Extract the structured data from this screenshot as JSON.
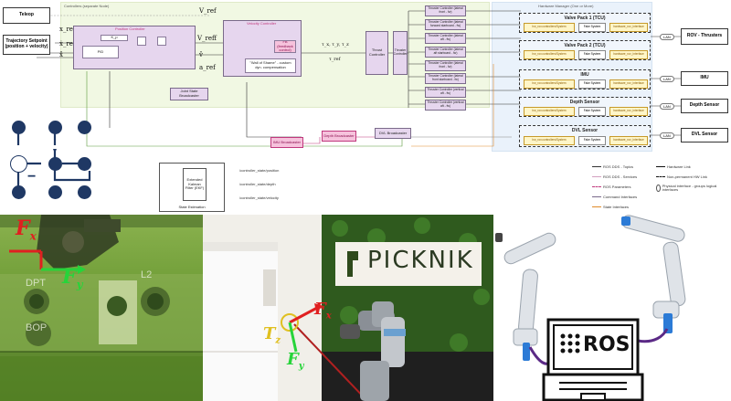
{
  "diagram": {
    "zones": {
      "controller": "Controllers (separate Node)",
      "hardware": "Hardware Manager (One or More)"
    },
    "inputs": {
      "teleop": "Teleop",
      "trajectory": "Trajectory Setpoint (position + velocity)"
    },
    "controllers": {
      "position": "Position Controller",
      "velocity": "Velocity Controller",
      "pid": "PID",
      "fb_control": "FB (feedback control)",
      "wall_of_shame": "\"Wall of Shame\" - custom dyn. compensation",
      "joint_state": "Joint State Broadcaster",
      "thrust": "Thrust Controller",
      "thruster_controller": "Thruster Controller"
    },
    "thrusters": [
      "Thruster Controller (lateral front - fw)",
      "Thruster Controller (lateral forward starboard - fw)",
      "Thruster Controller (lateral aft - fw)",
      "Thruster Controller (lateral aft starboard - fw)",
      "Thruster Controller (lateral front - fw)",
      "Thruster Controller (lateral front starboard - fw)",
      "Thruster Controller (vertical aft - fw)",
      "Thruster Controller (vertical aft - fw)"
    ],
    "groups": {
      "valve1": "Valve Pack 1 (TCU)",
      "valve2": "Valve Pack 2 (TCU)",
      "imu": "IMU",
      "depth": "Depth Sensor",
      "dvl": "DVL Sensor"
    },
    "subsystems": {
      "component": "hw_rov.controllers/System",
      "fake": "Fake System",
      "interface": "hardware_rov_interface"
    },
    "external": {
      "rov_thrusters": "ROV - Thrusters",
      "imu": "IMU",
      "depth": "Depth Sensor",
      "dvl": "DVL Sensor",
      "lan": "LAN"
    },
    "state_est": {
      "title": "State Estimation",
      "ekf": "Extended Kalman Filter (EKF)",
      "imu_bc": "IMU Broadcaster",
      "depth_bc": "Depth Broadcaster",
      "dvl_bc": "DVL Broadcaster",
      "topic1": "/controller_state/position",
      "topic2": "/controller_state/depth",
      "topic3": "/controller_state/velocity"
    },
    "signals": {
      "x_ref": "x_ref",
      "x_dot_ref": "ẋ_ref",
      "v_ref": "V_ref",
      "x_hat": "x̂",
      "v_hat": "v̂",
      "a_ref": "a_ref",
      "tau_ref": "τ_ref",
      "v_reff": "V_reff",
      "t_xyz": "τ_x, τ_y, τ_z",
      "k_p": "K_p"
    },
    "legend": [
      {
        "label": "ROS DDS - Topics",
        "color": "#333333",
        "style": "solid"
      },
      {
        "label": "ROS DDS - Services",
        "color": "#d3a0c0",
        "style": "solid"
      },
      {
        "label": "ROS Parameters",
        "color": "#c0397d",
        "style": "dashed"
      },
      {
        "label": "Command Interfaces",
        "color": "#7a6a8a",
        "style": "solid"
      },
      {
        "label": "State Interfaces",
        "color": "#e08a2a",
        "style": "solid"
      },
      {
        "label": "Hardware Link",
        "color": "#111111",
        "style": "solid"
      },
      {
        "label": "Non-permanent HW Link",
        "color": "#111111",
        "style": "dashed"
      },
      {
        "label": "Physical interface - groups logical interfaces",
        "color": "#555555",
        "style": "oval"
      }
    ]
  },
  "icon_labels": {
    "minus": "−"
  },
  "photos": {
    "underwater": {
      "fx": "F",
      "fx_sub": "x",
      "fy": "F",
      "fy_sub": "y",
      "labels": [
        "DPT",
        "BOP",
        "L2"
      ]
    },
    "lab": {
      "logo": "PICKNIK",
      "tz": "T",
      "tz_sub": "z",
      "fx": "F",
      "fx_sub": "x",
      "fy": "F",
      "fy_sub": "y"
    },
    "illustration": {
      "ros": "ROS"
    }
  },
  "colors": {
    "controller_bg": "#f1f8e3",
    "hardware_bg": "#eaf2fb",
    "box_purple": "#e6d6ee",
    "box_pink": "#f6c2dc",
    "icon_navy": "#1f3864",
    "force_red": "#e02020",
    "force_green": "#27d43a",
    "cable_purple": "#5b2a86"
  }
}
